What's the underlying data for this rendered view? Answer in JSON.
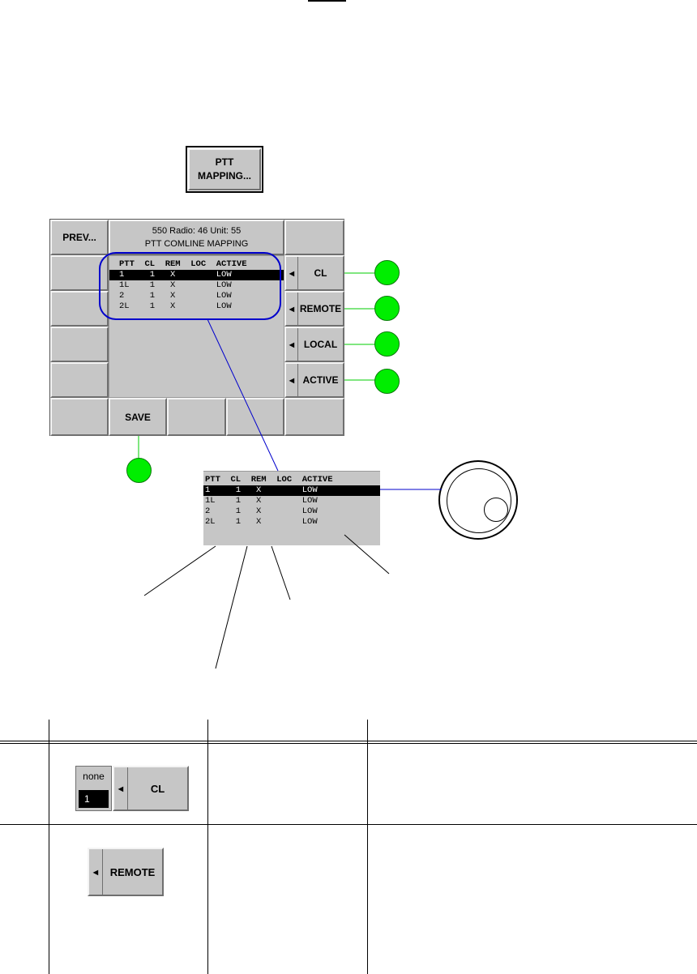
{
  "ptt_mapping_button": {
    "line1": "PTT",
    "line2": "MAPPING..."
  },
  "screen": {
    "prev_label": "PREV...",
    "header": {
      "line1": "550   Radio: 46    Unit: 55",
      "line2": "PTT COMLINE MAPPING"
    },
    "save_label": "SAVE",
    "side_buttons": [
      "CL",
      "REMOTE",
      "LOCAL",
      "ACTIVE"
    ]
  },
  "list": {
    "header": "PTT  CL  REM  LOC  ACTIVE",
    "rows": [
      "1     1   X        LOW",
      "1L    1   X        LOW",
      "2     1   X        LOW",
      "2L    1   X        LOW"
    ]
  },
  "zoom_list": {
    "header": "PTT  CL  REM  LOC  ACTIVE",
    "rows": [
      "1     1   X        LOW",
      "1L    1   X        LOW",
      "2     1   X        LOW",
      "2L    1   X        LOW"
    ]
  },
  "table": {
    "row1_button": {
      "state_top": "none",
      "state_value": "1",
      "label": "CL"
    },
    "row2_button": {
      "label": "REMOTE"
    }
  },
  "colors": {
    "callout": "#00ee00",
    "highlight_outline": "#0000cc",
    "button_face": "#c6c6c6"
  }
}
